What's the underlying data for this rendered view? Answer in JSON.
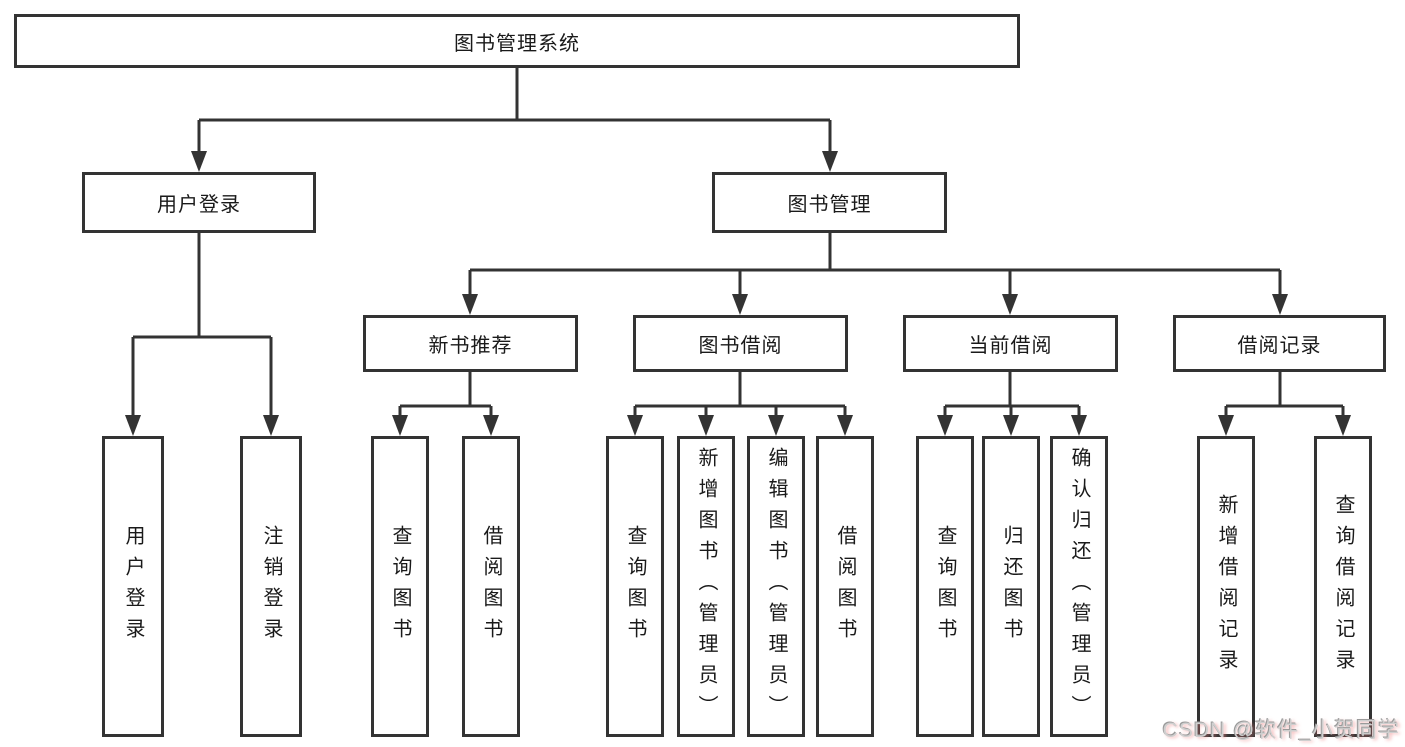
{
  "diagram": {
    "title": "图书管理系统",
    "level2": {
      "user_login": "用户登录",
      "book_mgmt": "图书管理"
    },
    "level3": {
      "new_book_rec": "新书推荐",
      "book_borrow": "图书借阅",
      "current_borrow": "当前借阅",
      "borrow_record": "借阅记录"
    },
    "leaves": {
      "login": "用户登录",
      "logout": "注销登录",
      "rec_query_books": "查询图书",
      "rec_borrow_books": "借阅图书",
      "bb_query_books": "查询图书",
      "bb_add_books": "新增图书（管理员）",
      "bb_edit_books": "编辑图书（管理员）",
      "bb_borrow_books": "借阅图书",
      "cur_query_books": "查询图书",
      "cur_return_books": "归还图书",
      "cur_confirm_return": "确认归还（管理员）",
      "log_add_record": "新增借阅记录",
      "log_query_record": "查询借阅记录"
    }
  },
  "watermark": "CSDN @软件_小贺同学",
  "colors": {
    "line": "#333333",
    "text": "#1a1a1a",
    "background": "#ffffff"
  }
}
